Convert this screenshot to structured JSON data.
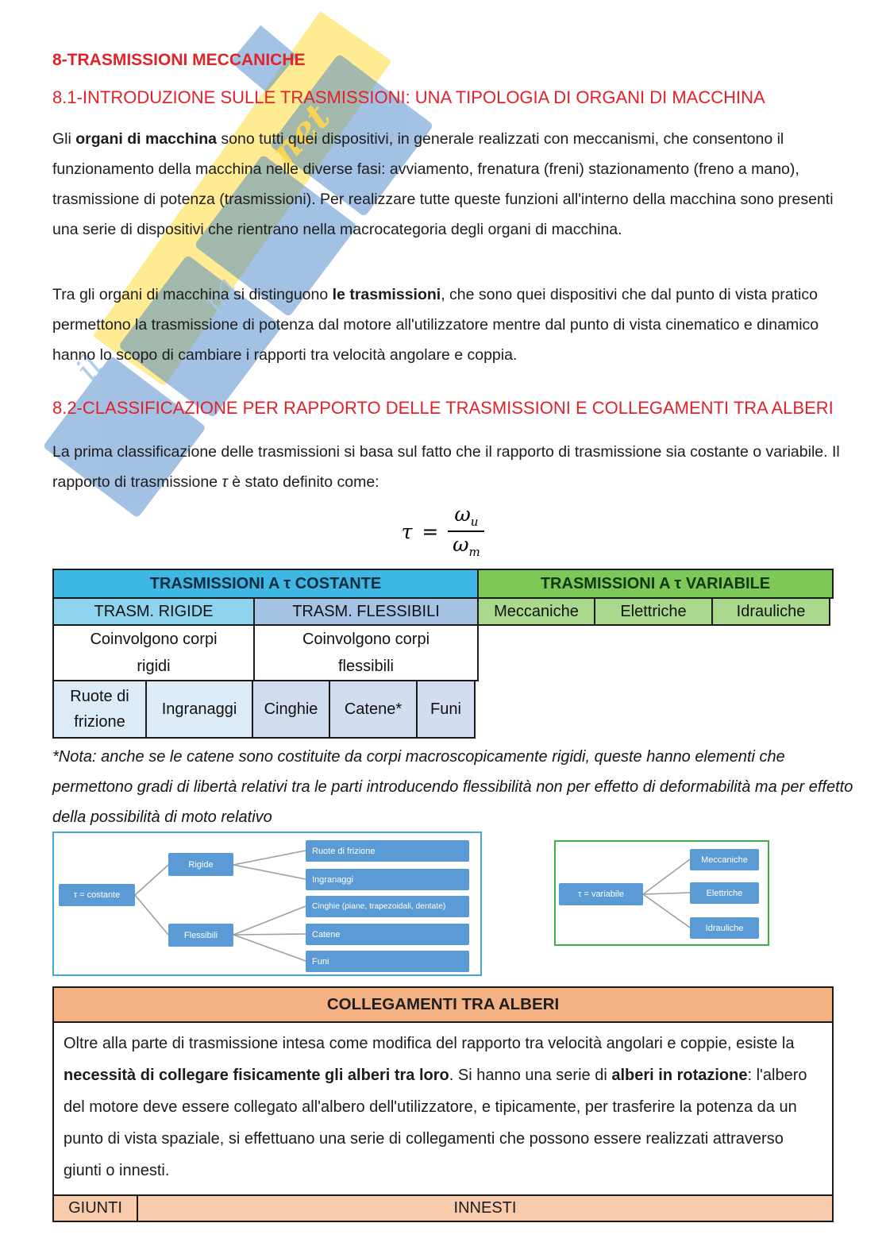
{
  "document": {
    "title": "8-TRASMISSIONI MECCANICHE",
    "section_81": {
      "heading": "8.1-INTRODUZIONE SULLE TRASMISSIONI: UNA TIPOLOGIA DI ORGANI DI MACCHINA",
      "paragraph": [
        {
          "text": "Gli "
        },
        {
          "text": "organi di macchina",
          "bold": true
        },
        {
          "text": " sono tutti quei dispositivi, in generale realizzati con meccanismi, che consentono il funzionamento della macchina nelle diverse fasi: avviamento, frenatura (freni) stazionamento (freno a mano), trasmissione di potenza (trasmissioni). Per realizzare tutte queste funzioni all'interno della macchina sono presenti una serie di dispositivi che rientrano nella macrocategoria degli organi di macchina."
        }
      ],
      "paragraph_2": [
        {
          "text": "Tra gli organi di macchina si distinguono "
        },
        {
          "text": "le trasmissioni",
          "bold": true
        },
        {
          "text": ", che sono quei dispositivi che dal punto di vista pratico permettono la trasmissione di potenza dal motore all'utilizzatore mentre dal punto di vista cinematico e dinamico hanno lo scopo di cambiare i rapporti tra velocità angolare e coppia."
        }
      ]
    },
    "section_82": {
      "heading": "8.2-CLASSIFICAZIONE PER RAPPORTO DELLE TRASMISSIONI E COLLEGAMENTI TRA ALBERI",
      "paragraph": [
        {
          "text": "La prima classificazione delle trasmissioni si basa sul fatto che il rapporto di trasmissione sia costante o variabile. Il rapporto di trasmissione "
        },
        {
          "text": "τ",
          "italic": true
        },
        {
          "text": " è stato definito come:"
        }
      ]
    },
    "formula": {
      "lhs": "τ",
      "relation": "=",
      "num_base": "ω",
      "num_sub": "u",
      "den_base": "ω",
      "den_sub": "m"
    },
    "classification_table": {
      "constant_header": "TRASMISSIONI A τ COSTANTE",
      "variable_header": "TRASMISSIONI A τ VARIABILE",
      "rigide_label": "TRASM. RIGIDE",
      "flessibili_label": "TRASM. FLESSIBILI",
      "variable_cells": [
        "Meccaniche",
        "Elettriche",
        "Idrauliche"
      ],
      "rigide_desc": "Coinvolgono corpi rigidi",
      "flessibili_desc": "Coinvolgono corpi flessibili",
      "rigide_items": [
        "Ruote di frizione",
        "Ingranaggi"
      ],
      "flessibili_items": [
        "Cinghie",
        "Catene*",
        "Funi"
      ]
    },
    "note": "*Nota: anche se le catene sono costituite da corpi macroscopicamente rigidi, queste hanno elementi che permettono gradi di libertà relativi tra le parti introducendo flessibilità non per effetto di deformabilità ma per effetto della possibilità di moto relativo",
    "diagram_costante": {
      "root": "τ = costante",
      "level1": [
        "Rigide",
        "Flessibili"
      ],
      "leaves": [
        "Ruote di frizione",
        "Ingranaggi",
        "Cinghie (piane, trapezoidali, dentate)",
        "Catene",
        "Funi"
      ]
    },
    "diagram_variabile": {
      "root": "τ = variabile",
      "leaves": [
        "Meccaniche",
        "Elettriche",
        "Idrauliche"
      ]
    },
    "collegamenti": {
      "header": "COLLEGAMENTI TRA ALBERI",
      "body": [
        {
          "text": "Oltre alla parte di trasmissione intesa come modifica del rapporto tra velocità angolari e coppie, esiste la "
        },
        {
          "text": "necessità di collegare fisicamente gli alberi tra loro",
          "bold": true
        },
        {
          "text": ". Si hanno una serie di "
        },
        {
          "text": "alberi in rotazione",
          "bold": true
        },
        {
          "text": ": l'albero del motore deve essere collegato all'albero dell'utilizzatore, e tipicamente, per trasferire la potenza da un punto di vista spaziale, si effettuano una serie di collegamenti che possono essere realizzati attraverso giunti o innesti."
        }
      ],
      "footer_cells": [
        "GIUNTI",
        "INNESTI"
      ]
    }
  },
  "watermark": {
    "name": "skuola-net-watermark",
    "script_fragments": [
      "il",
      "pa",
      "net"
    ]
  },
  "colors": {
    "heading_red": "#e0232a",
    "table_cyan": "#3eb7e5",
    "table_cyan_light": "#8ed4ef",
    "table_blue_light": "#a5c3e3",
    "table_green": "#7cc957",
    "table_green_light": "#a9d98d",
    "cell_blue_pale": "#dcebf6",
    "cell_periwinkle": "#d3ddf0",
    "diagram_box_blue": "#5b9bd5",
    "diagram_border_blue": "#41a8dc",
    "diagram_border_green": "#3fae49",
    "collegamenti_header": "#f4b183",
    "collegamenti_footer": "#f8cbad",
    "watermark_blue": "#4a86c8",
    "watermark_yellow": "#ffe573"
  }
}
